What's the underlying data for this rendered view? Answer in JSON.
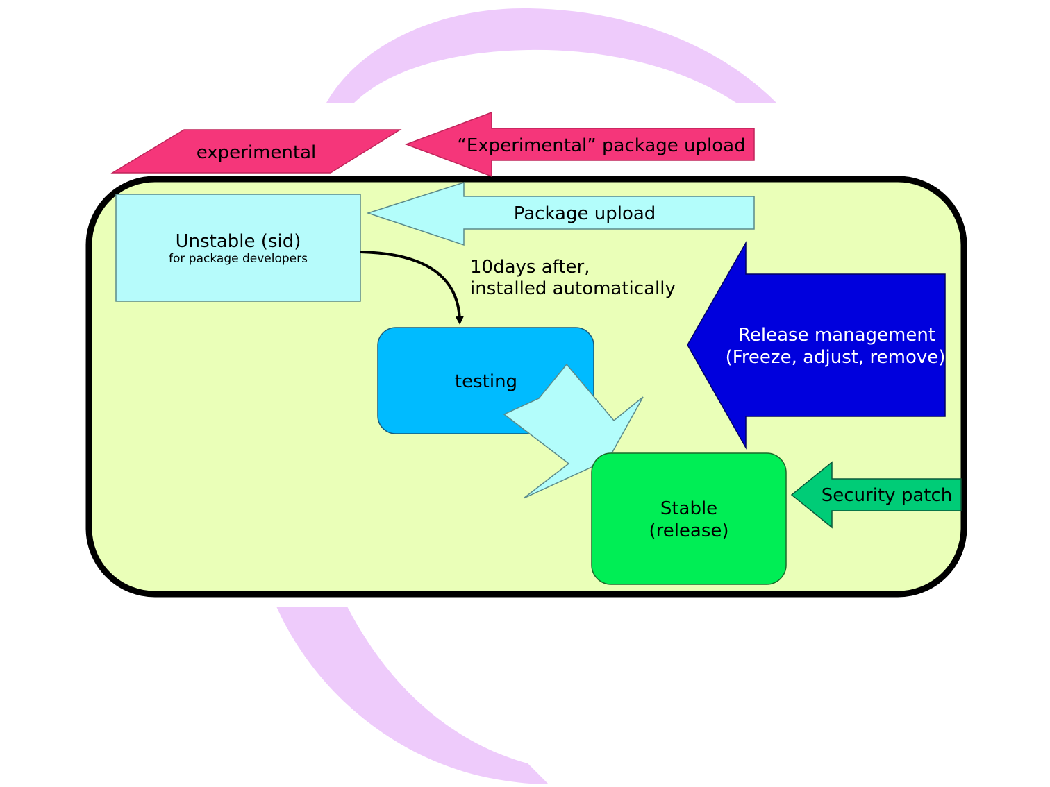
{
  "diagram": {
    "experimental": "experimental",
    "experimental_upload": "“Experimental” package upload",
    "package_upload": "Package upload",
    "unstable_title": "Unstable (sid)",
    "unstable_subtitle": "for package developers",
    "auto_install_line1": "10days after,",
    "auto_install_line2": "installed automatically",
    "testing": "testing",
    "release_mgmt_line1": "Release management",
    "release_mgmt_line2": "(Freeze, adjust, remove)",
    "stable_line1": "Stable",
    "stable_line2": "(release)",
    "security_patch": "Security patch"
  },
  "colors": {
    "swirl": "#eecbfb",
    "frame_fill": "#eaffb8",
    "frame_border": "#000000",
    "experimental": "#f5367a",
    "package_upload": "#b3fdfb",
    "unstable": "#b6fbfb",
    "testing": "#00bbff",
    "stable": "#00ee55",
    "release_mgmt": "#0000dd",
    "security_patch": "#00cc77"
  },
  "icons": {
    "background": "debian-swirl-icon"
  }
}
